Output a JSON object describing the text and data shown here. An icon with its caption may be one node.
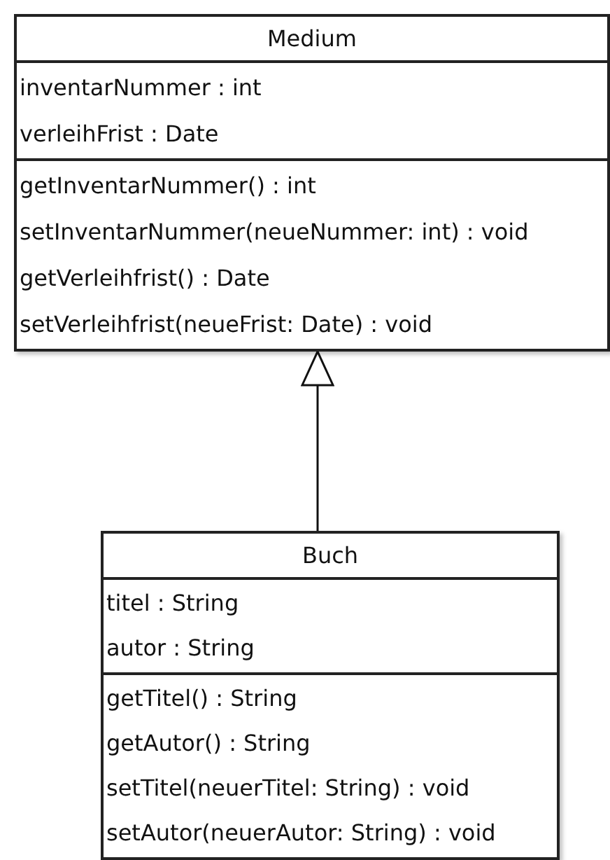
{
  "diagram": {
    "nodes": [
      {
        "text": [
          "Medium",
          "inventarNummer : int",
          "verleihFrist : Date",
          "getInventarNummer() : int",
          "setInventarNummer(neueNummer: int) : void",
          "getVerleihfrist() : Date",
          "setVerleihfrist(neueFrist: Date) : void"
        ]
      },
      {
        "text": [
          "Buch",
          "titel : String",
          "autor : String",
          "getTitel() : String",
          "getAutor() : String",
          "setTitel(neuerTitel: String) : void",
          "setAutor(neuerAutor: String) : void"
        ]
      }
    ],
    "edges": [
      {
        "from": 1,
        "to": 0,
        "arrow": "to"
      }
    ]
  }
}
